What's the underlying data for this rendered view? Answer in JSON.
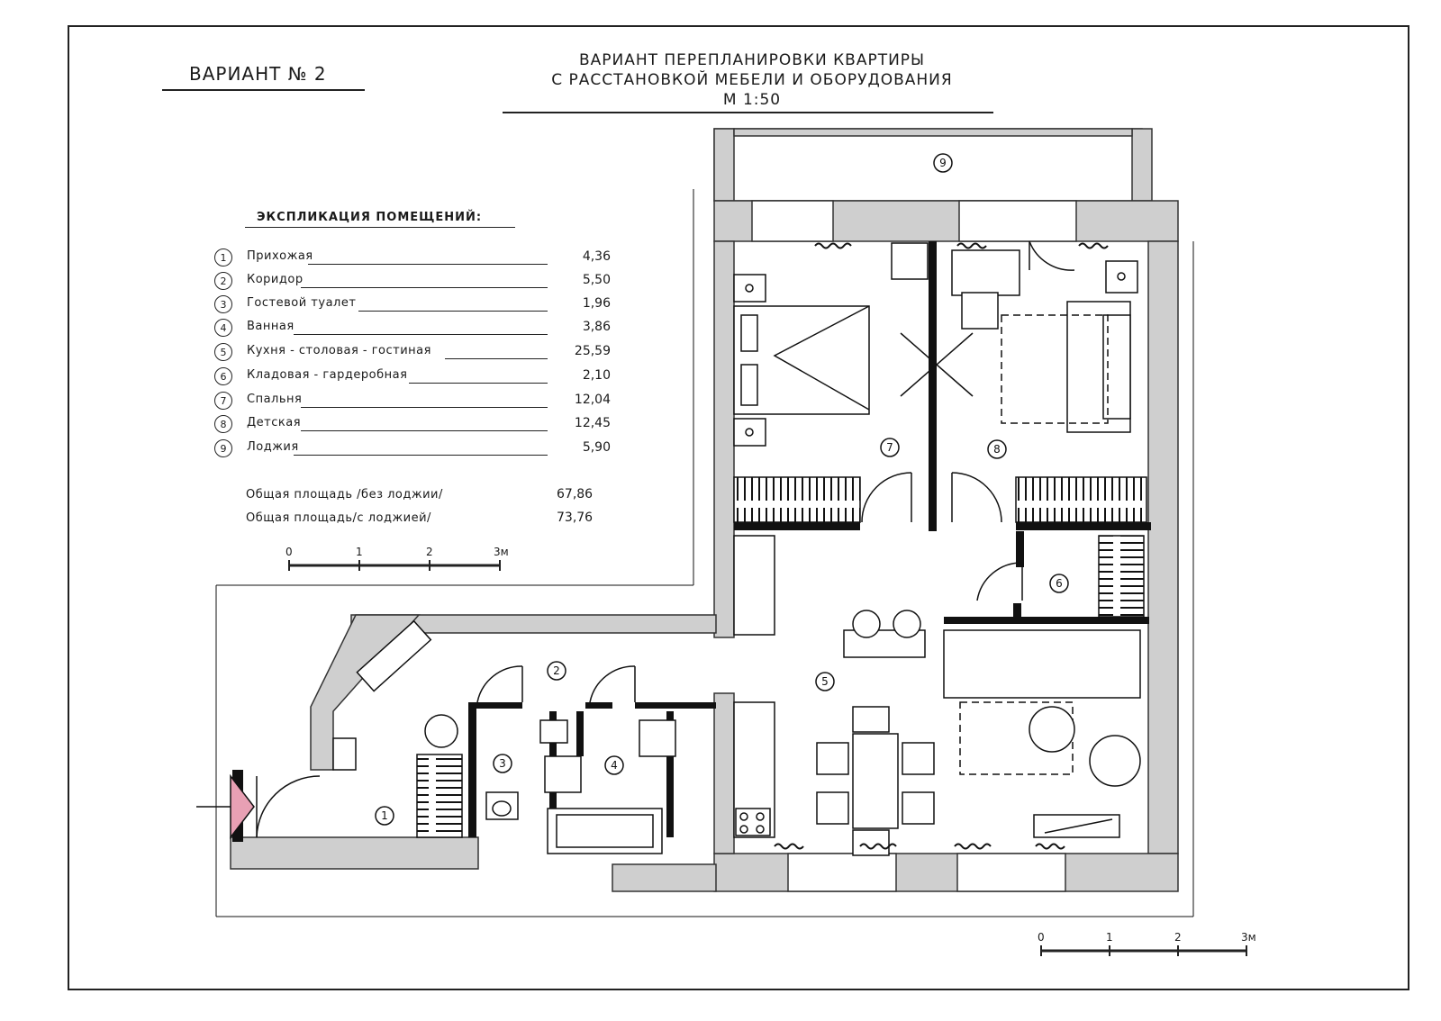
{
  "header": {
    "variant": "Вариант № 2",
    "title_line1": "Вариант перепланировки квартиры",
    "title_line2": "с расстановкой мебели и оборудования",
    "scale": "М 1:50"
  },
  "explication": {
    "heading": "Экспликация помещений:",
    "rooms": [
      {
        "num": "1",
        "name": "Прихожая",
        "area": "4,36"
      },
      {
        "num": "2",
        "name": "Коридор",
        "area": "5,50"
      },
      {
        "num": "3",
        "name": "Гостевой туалет",
        "area": "1,96"
      },
      {
        "num": "4",
        "name": "Ванная",
        "area": "3,86"
      },
      {
        "num": "5",
        "name": "Кухня - столовая - гостиная",
        "area": "25,59"
      },
      {
        "num": "6",
        "name": "Кладовая - гардеробная",
        "area": "2,10"
      },
      {
        "num": "7",
        "name": "Спальня",
        "area": "12,04"
      },
      {
        "num": "8",
        "name": "Детская",
        "area": "12,45"
      },
      {
        "num": "9",
        "name": "Лоджия",
        "area": "5,90"
      }
    ],
    "total_without_loggia_label": "Общая площадь /без лоджии/",
    "total_without_loggia": "67,86",
    "total_with_loggia_label": "Общая площадь/с лоджией/",
    "total_with_loggia": "73,76"
  },
  "scale_bar": {
    "ticks": [
      "0",
      "1",
      "2",
      "3м"
    ]
  },
  "plan": {
    "room_markers": [
      "1",
      "2",
      "3",
      "4",
      "5",
      "6",
      "7",
      "8",
      "9"
    ],
    "entrance_color": "#e8a0b4"
  }
}
